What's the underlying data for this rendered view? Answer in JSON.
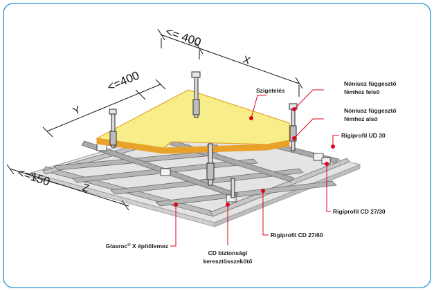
{
  "colors": {
    "frame": "#4aa8dd",
    "insulation": "#f7ee8a",
    "insulation_edge": "#e8a22a",
    "board": "#e4e4e4",
    "profile": "#b8b8b8",
    "marker": "#e2001a",
    "leader": "#e2001a"
  },
  "dimensions": {
    "top_spacing": "<= 400",
    "x": "X",
    "left_spacing": "<=400",
    "y": "Y",
    "edge_spacing": "<=150",
    "z": "Z"
  },
  "labels": {
    "insulation": "Szigetelés",
    "hanger_upper_line1": "Nóniusz függesztő",
    "hanger_upper_line2": "fémhez felső",
    "hanger_lower_line1": "Nóniusz függesztő",
    "hanger_lower_line2": "fémhez alsó",
    "profile_ud": "Rigiprofil UD 30",
    "profile_cd_2730": "Rigiprofil CD 27/30",
    "profile_cd_2760": "Rigiprofil CD 27/60",
    "connector_line1": "CD biztonsági",
    "connector_line2": "keresztösszekötő",
    "board_prefix": "Glasroc",
    "board_sup": "®",
    "board_suffix": " X építőlemez"
  }
}
